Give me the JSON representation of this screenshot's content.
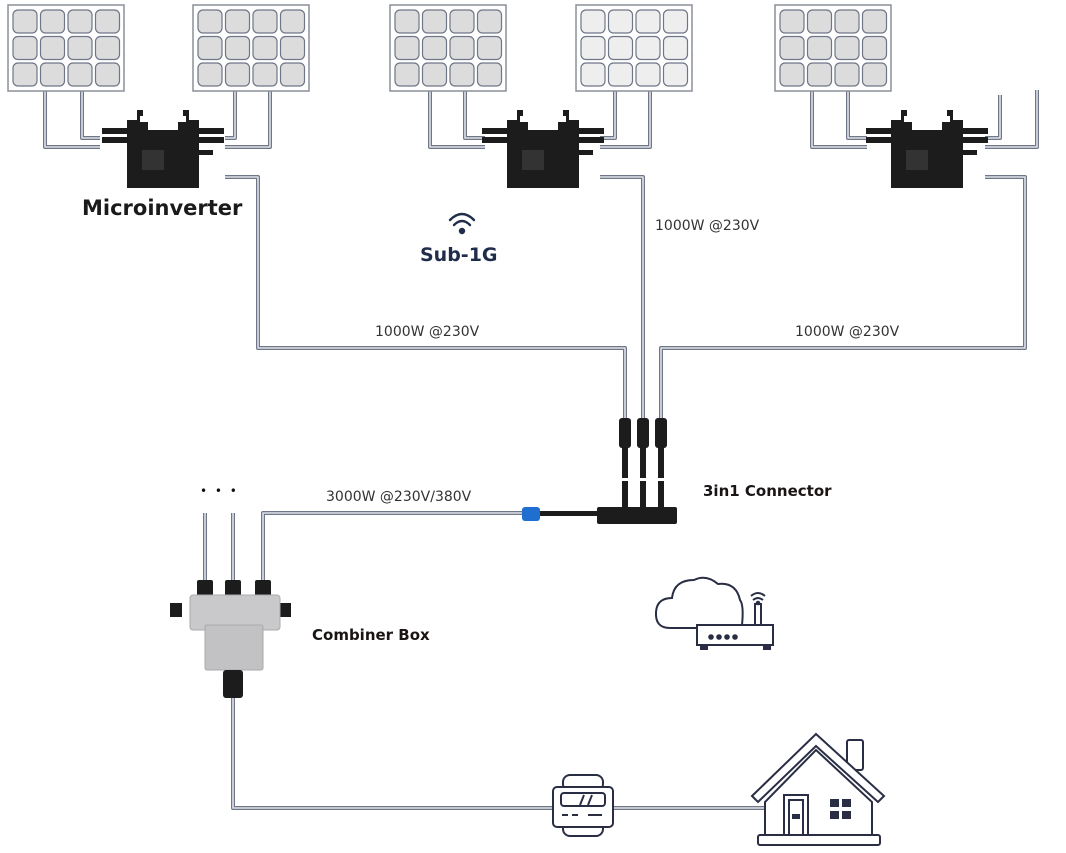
{
  "labels": {
    "microinverter": "Microinverter",
    "sub1g": "Sub-1G",
    "power_inv2": "1000W @230V",
    "power_inv1": "1000W @230V",
    "power_inv3": "1000W @230V",
    "power_total": "3000W @230V/380V",
    "connector": "3in1 Connector",
    "combiner": "Combiner Box",
    "ellipsis": "• • •"
  },
  "icons": [
    "solar-panel-icon",
    "microinverter-icon",
    "wifi-icon",
    "connector-icon",
    "combiner-box-icon",
    "cloud-icon",
    "router-icon",
    "energy-meter-icon",
    "house-icon"
  ],
  "colors": {
    "cable": "#a9afbb",
    "cable_edge": "#6f7687",
    "device": "#1c1c1c",
    "panel_cell": "#dcdcdc",
    "icon_stroke": "#2a2e45",
    "connector_blue": "#1e6fd0"
  }
}
